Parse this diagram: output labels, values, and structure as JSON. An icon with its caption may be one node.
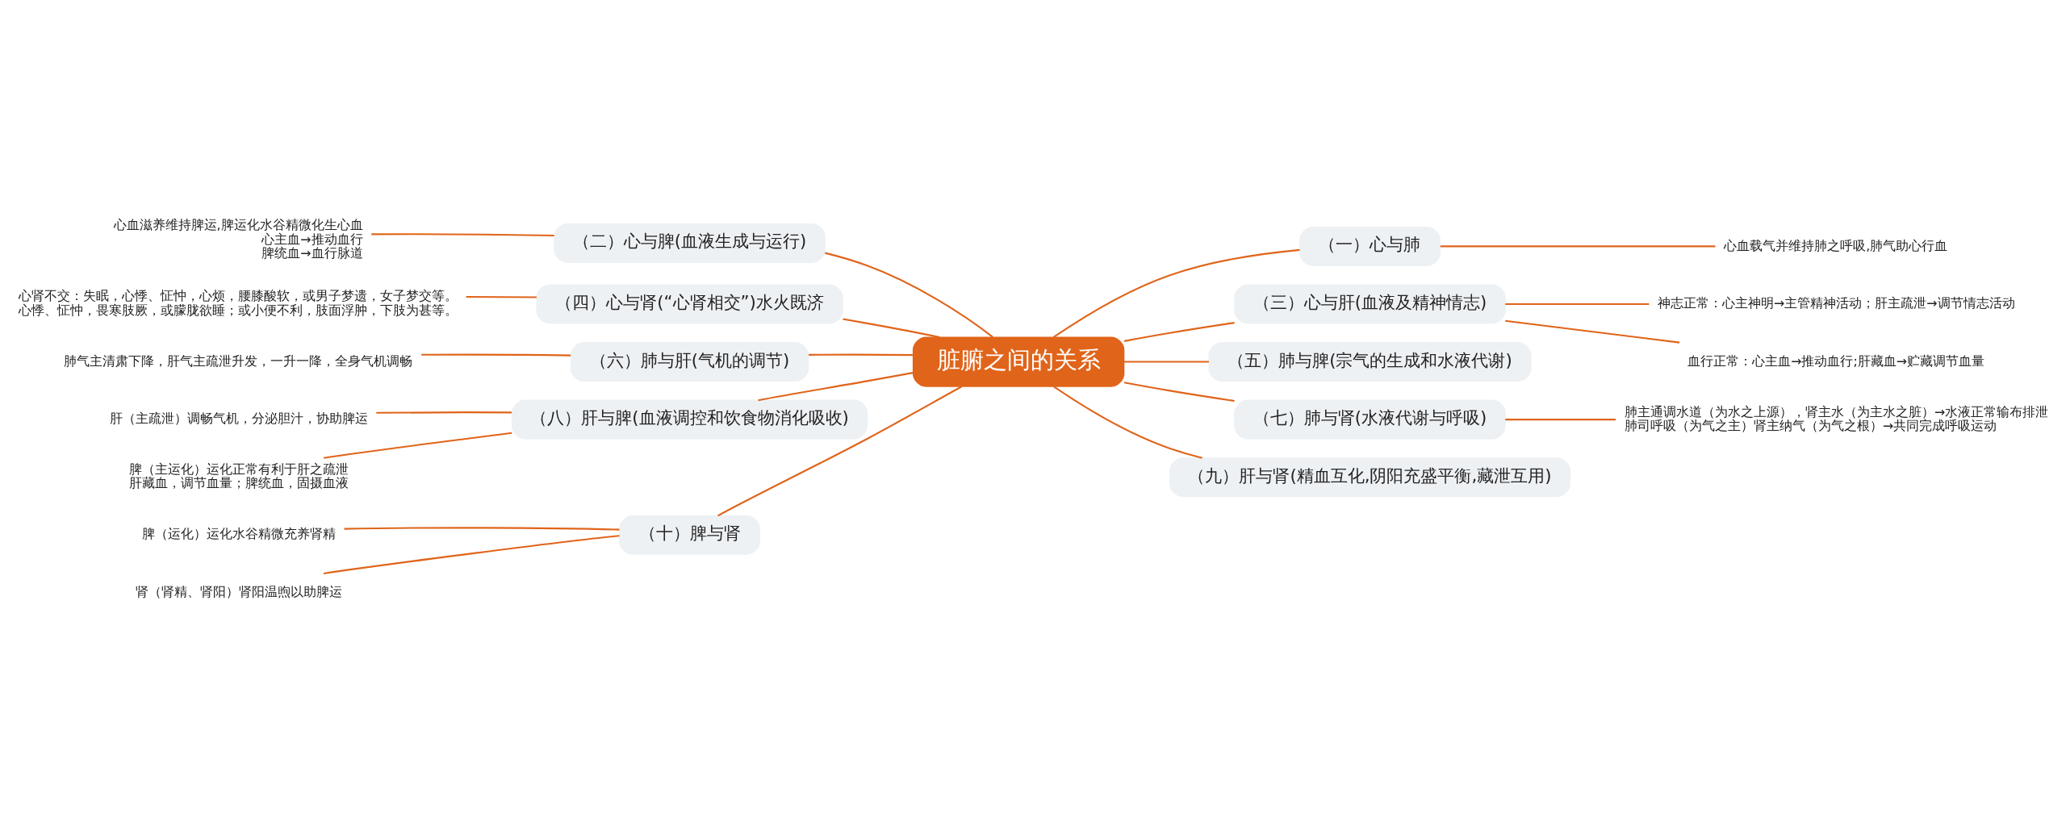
{
  "diagram": {
    "nodes": [
      {
        "text": [
          "脏腑之间的关系"
        ]
      },
      {
        "text": [
          "（一）心与肺"
        ]
      },
      {
        "text": [
          "心血载气并维持肺之呼吸,肺气助心行血"
        ]
      },
      {
        "text": [
          "（二）心与脾(血液生成与运行)"
        ]
      },
      {
        "text": [
          "心血滋养维持脾运,脾运化水谷精微化生心血",
          "心主血→推动血行",
          "脾统血→血行脉道"
        ]
      },
      {
        "text": [
          "（三）心与肝(血液及精神情志)"
        ]
      },
      {
        "text": [
          "神志正常：心主神明→主管精神活动；肝主疏泄→调节情志活动"
        ]
      },
      {
        "text": [
          "血行正常：心主血→推动血行;肝藏血→贮藏调节血量"
        ]
      },
      {
        "text": [
          "（四）心与肾(“心肾相交”)水火既济"
        ]
      },
      {
        "text": [
          "心肾不交：失眠，心悸、怔忡，心烦，腰膝酸软，或男子梦遗，女子梦交等。",
          "心悸、怔忡，畏寒肢厥，或朦胧欲睡；或小便不利，肢面浮肿，下肢为甚等。"
        ]
      },
      {
        "text": [
          "（五）肺与脾(宗气的生成和水液代谢)"
        ]
      },
      {
        "text": [
          "（六）肺与肝(气机的调节)"
        ]
      },
      {
        "text": [
          "肺气主清肃下降，肝气主疏泄升发，一升一降，全身气机调畅"
        ]
      },
      {
        "text": [
          "（七）肺与肾(水液代谢与呼吸)"
        ]
      },
      {
        "text": [
          "肺主通调水道（为水之上源），肾主水（为主水之脏）→水液正常输布排泄",
          "肺司呼吸（为气之主）肾主纳气（为气之根）→共同完成呼吸运动"
        ]
      },
      {
        "text": [
          "（八）肝与脾(血液调控和饮食物消化吸收)"
        ]
      },
      {
        "text": [
          "肝（主疏泄）调畅气机，分泌胆汁，协助脾运"
        ]
      },
      {
        "text": [
          "脾（主运化）运化正常有利于肝之疏泄",
          "肝藏血，调节血量；脾统血，固摄血液"
        ]
      },
      {
        "text": [
          "（九）肝与肾(精血互化,阴阳充盛平衡,藏泄互用)"
        ]
      },
      {
        "text": [
          "（十）脾与肾"
        ]
      },
      {
        "text": [
          "脾（运化）运化水谷精微充养肾精"
        ]
      },
      {
        "text": [
          "肾（肾精、肾阳）肾阳温煦以助脾运"
        ]
      }
    ],
    "edges": [
      {
        "from": 0,
        "to": 1,
        "arrow": "none"
      },
      {
        "from": 1,
        "to": 2,
        "arrow": "none"
      },
      {
        "from": 0,
        "to": 3,
        "arrow": "none"
      },
      {
        "from": 3,
        "to": 4,
        "arrow": "none"
      },
      {
        "from": 0,
        "to": 5,
        "arrow": "none"
      },
      {
        "from": 5,
        "to": 6,
        "arrow": "none"
      },
      {
        "from": 5,
        "to": 7,
        "arrow": "none"
      },
      {
        "from": 0,
        "to": 8,
        "arrow": "none"
      },
      {
        "from": 8,
        "to": 9,
        "arrow": "none"
      },
      {
        "from": 0,
        "to": 10,
        "arrow": "none"
      },
      {
        "from": 0,
        "to": 11,
        "arrow": "none"
      },
      {
        "from": 11,
        "to": 12,
        "arrow": "none"
      },
      {
        "from": 0,
        "to": 13,
        "arrow": "none"
      },
      {
        "from": 13,
        "to": 14,
        "arrow": "none"
      },
      {
        "from": 0,
        "to": 15,
        "arrow": "none"
      },
      {
        "from": 15,
        "to": 16,
        "arrow": "none"
      },
      {
        "from": 15,
        "to": 17,
        "arrow": "none"
      },
      {
        "from": 0,
        "to": 18,
        "arrow": "none"
      },
      {
        "from": 0,
        "to": 19,
        "arrow": "none"
      },
      {
        "from": 19,
        "to": 20,
        "arrow": "none"
      },
      {
        "from": 19,
        "to": 21,
        "arrow": "none"
      }
    ]
  }
}
